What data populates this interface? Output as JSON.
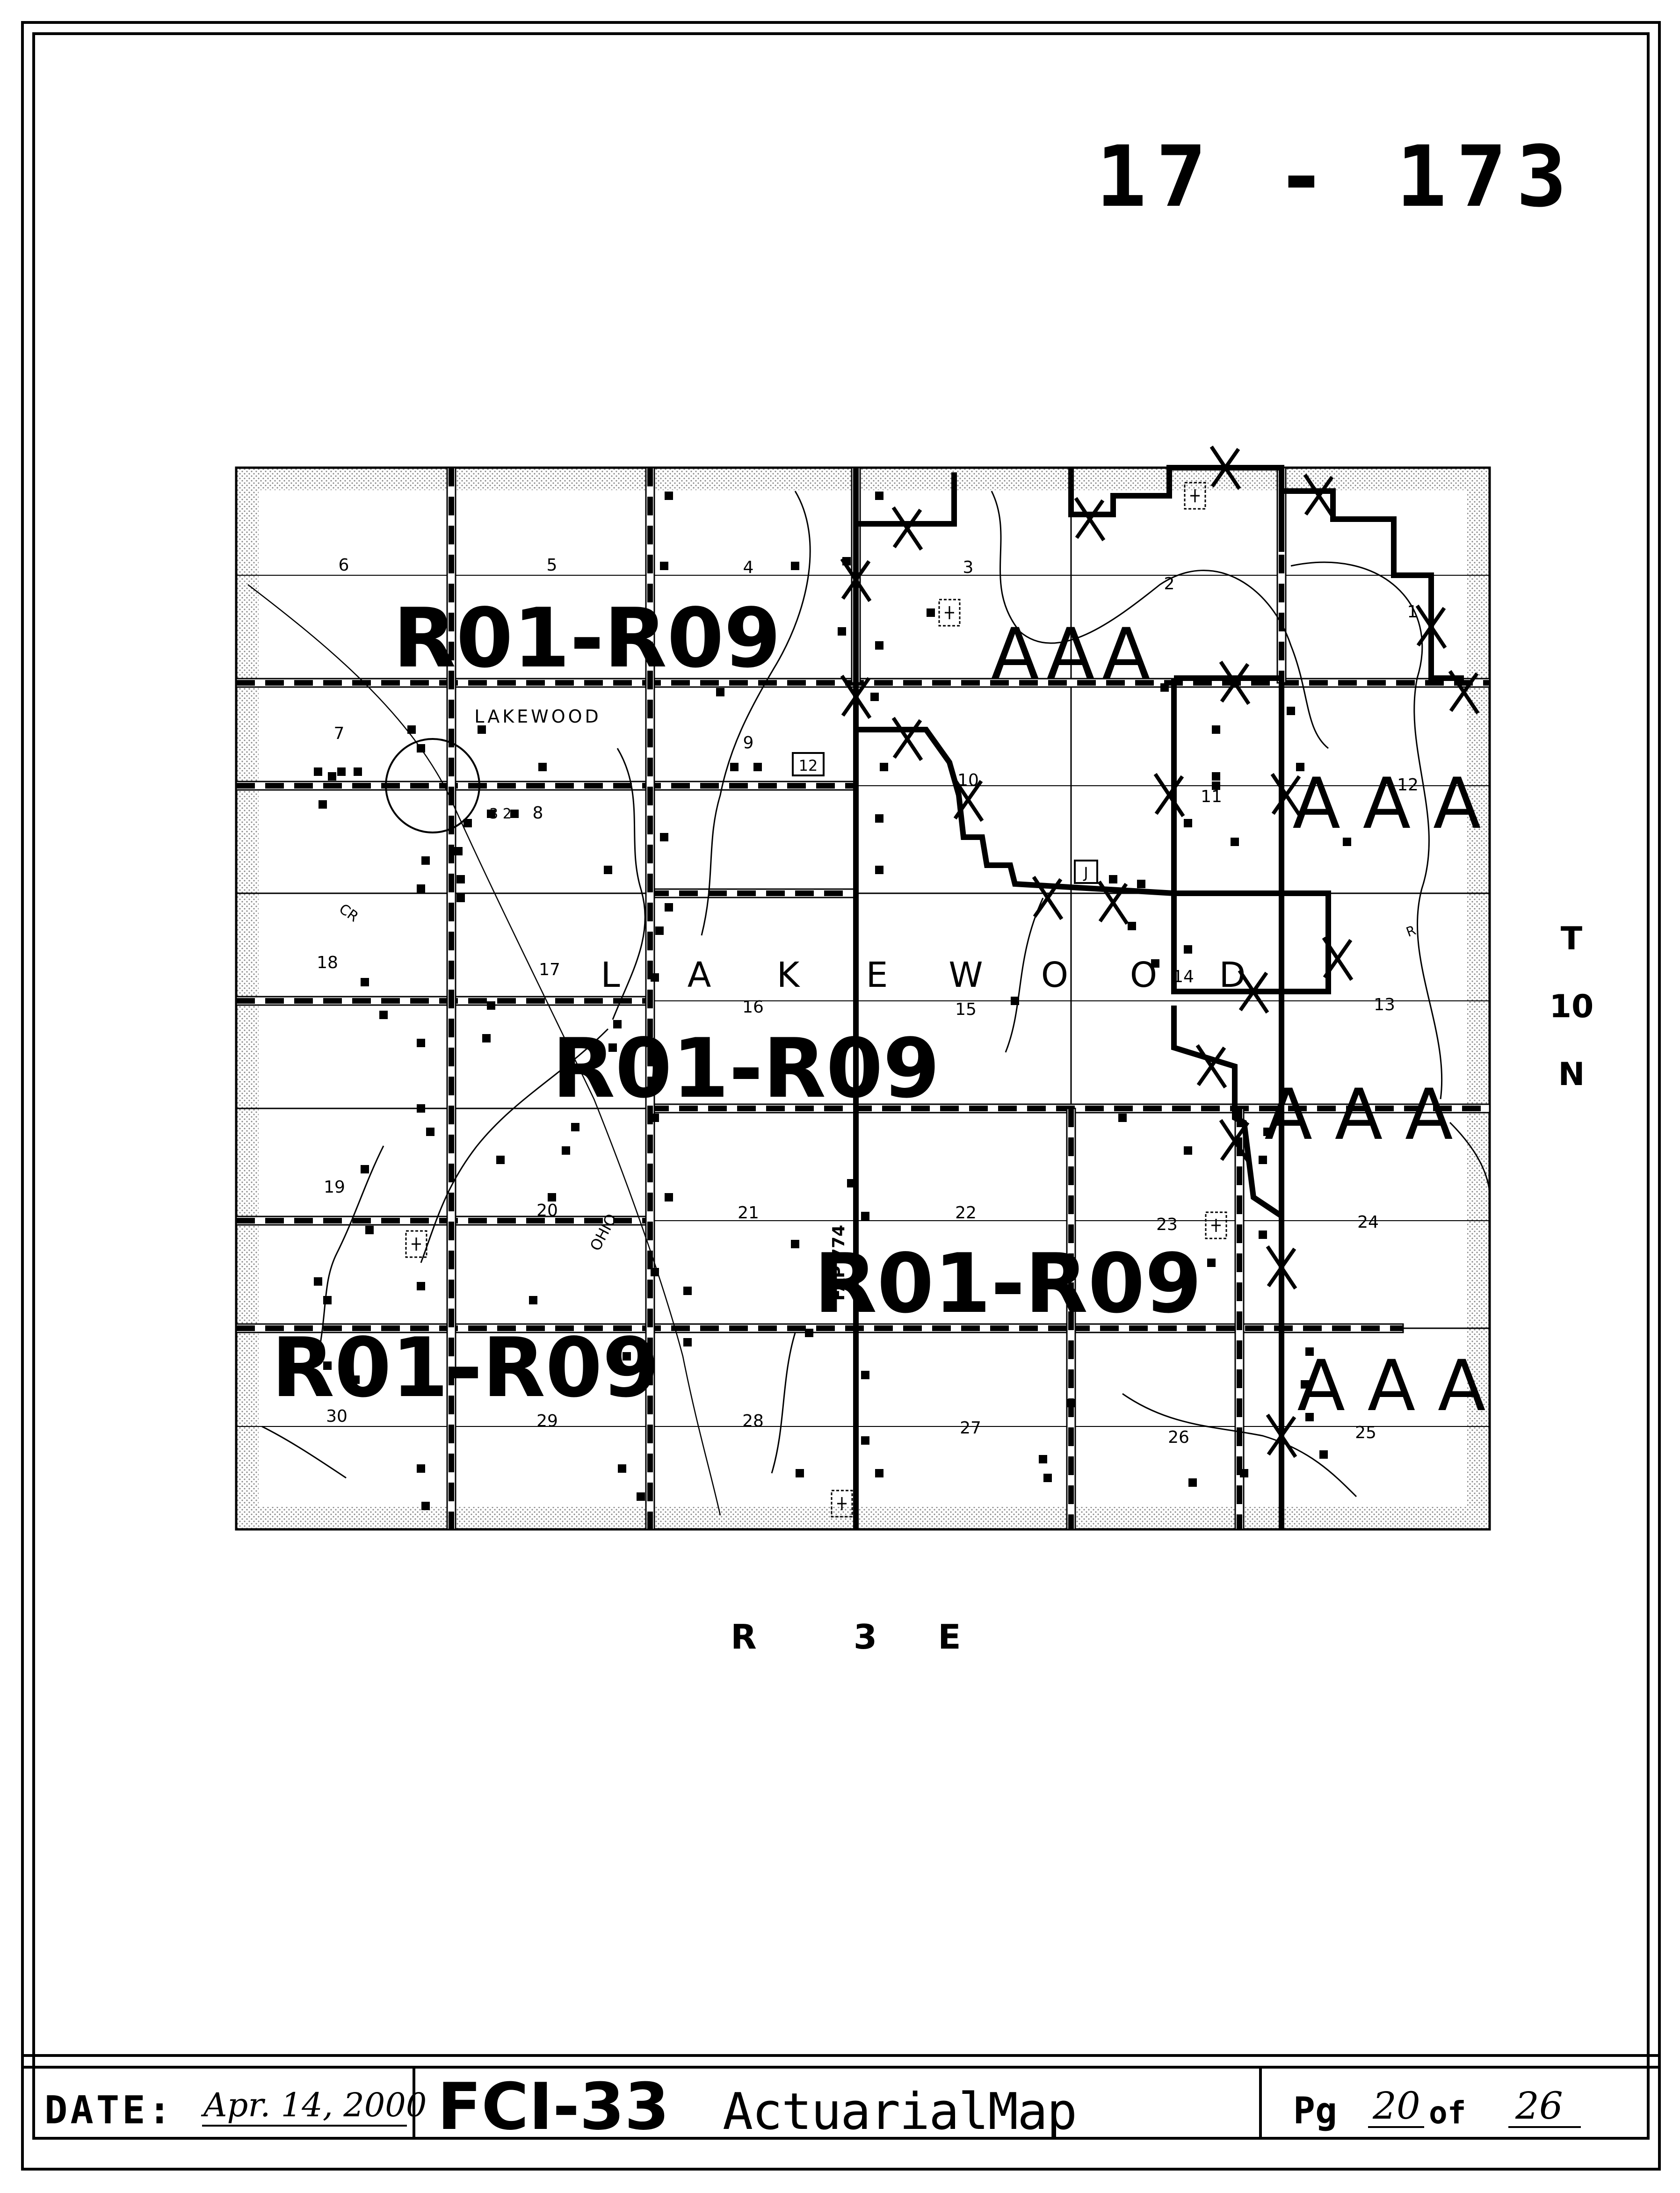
{
  "map_number": "17 - 173",
  "township_label": [
    "T",
    "10",
    "N"
  ],
  "range_label": [
    "R",
    "3",
    "E"
  ],
  "place_names": {
    "town": "LAKEWOOD",
    "township": [
      "L",
      "A",
      "K",
      "E",
      "W",
      "O",
      "O",
      "D"
    ]
  },
  "roads": {
    "highway": "FAP 774",
    "river_ohio": "OHIO",
    "creek": "CR",
    "shield_12": "12",
    "shield_j": "J",
    "creek_r": "R",
    "town_numbers": "3 2"
  },
  "sections": [
    "1",
    "2",
    "3",
    "4",
    "5",
    "6",
    "7",
    "8",
    "9",
    "10",
    "11",
    "12",
    "13",
    "14",
    "15",
    "16",
    "17",
    "18",
    "19",
    "20",
    "21",
    "22",
    "23",
    "24",
    "25",
    "26",
    "27",
    "28",
    "29",
    "30"
  ],
  "rating_labels": {
    "r01": "R01-R09",
    "aaa": "AAA",
    "aaa_spaced": "A A A"
  },
  "footer": {
    "date_label": "DATE:",
    "date_value": "Apr. 14, 2000",
    "form_code": "FCI-33",
    "map_title": "ActuarialMap",
    "page_prefix": "Pg",
    "page_number": "20",
    "page_of": "of",
    "page_total": "26"
  },
  "colors": {
    "ink": "#000000",
    "paper": "#ffffff",
    "stipple": "#cfcfcf"
  }
}
